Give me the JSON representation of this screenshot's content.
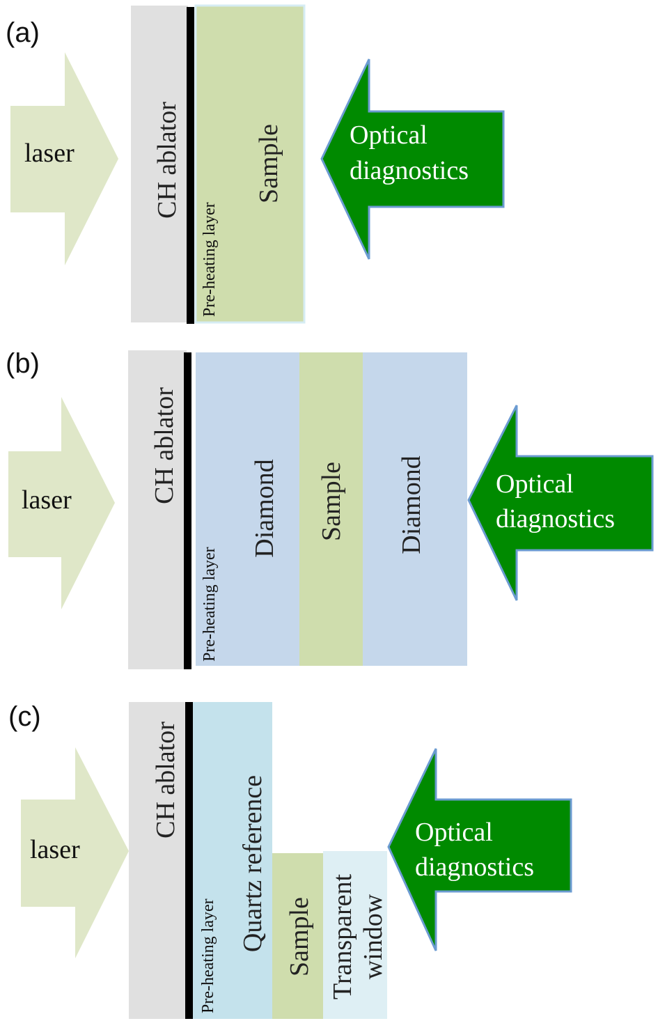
{
  "colors": {
    "laser_fill": "#dfe7c8",
    "ablator_fill": "#e0e0e0",
    "preheat_line": "#000000",
    "sample_fill": "#cfddad",
    "diamond_fill": "#c5d7eb",
    "quartz_fill": "#c4e2ec",
    "window_fill": "#deeff4",
    "diag_fill": "#008a00",
    "diag_stroke": "#6b9bd1"
  },
  "panels": [
    {
      "label": "(a)",
      "laser": "laser",
      "ablator": "CH ablator",
      "preheat": "Pre-heating layer",
      "layers": [
        "Sample"
      ],
      "diagnostics": [
        "Optical",
        "diagnostics"
      ]
    },
    {
      "label": "(b)",
      "laser": "laser",
      "ablator": "CH ablator",
      "preheat": "Pre-heating layer",
      "layers": [
        "Diamond",
        "Sample",
        "Diamond"
      ],
      "diagnostics": [
        "Optical",
        "diagnostics"
      ]
    },
    {
      "label": "(c)",
      "laser": "laser",
      "ablator": "CH ablator",
      "preheat": "Pre-heating layer",
      "layers": [
        "Quartz reference",
        "Sample",
        "Transparent",
        "window"
      ],
      "diagnostics": [
        "Optical",
        "diagnostics"
      ]
    }
  ]
}
